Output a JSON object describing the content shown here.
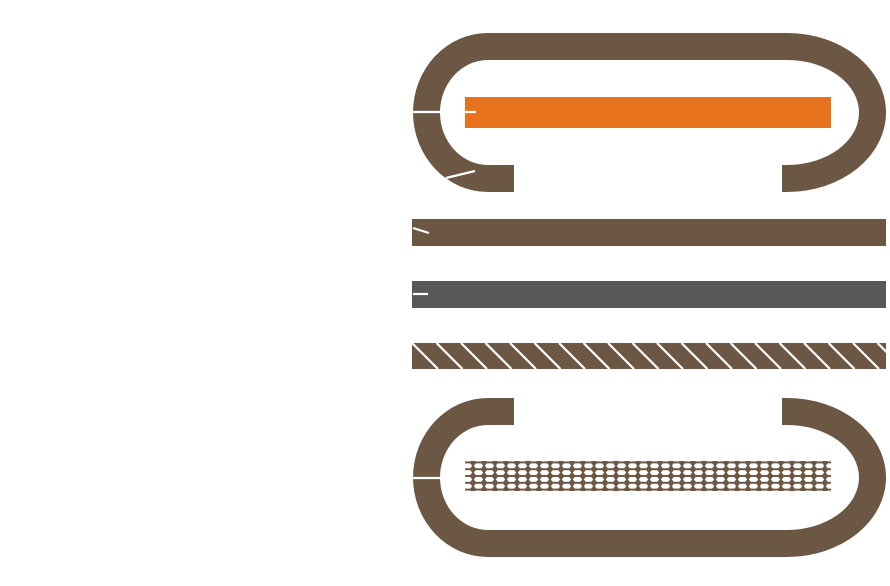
{
  "diagram": {
    "type": "layered-cross-section",
    "colors": {
      "background": "#ffffff",
      "outer_shell": "#6c5744",
      "core_strip": "#e8711b",
      "flat_layer": "#6c5744",
      "steel_layer": "#585858",
      "textile_layer": "#6c5744",
      "mesh": "#6c5744",
      "divider_marks": "#ffffff"
    },
    "layers": [
      {
        "id": "top-shell",
        "kind": "c-channel",
        "contains": "core-strip"
      },
      {
        "id": "core-strip",
        "kind": "solid-strip"
      },
      {
        "id": "flat-layer",
        "kind": "flat-strip"
      },
      {
        "id": "steel-layer",
        "kind": "flat-strip"
      },
      {
        "id": "textile-layer",
        "kind": "diagonal-hatched-strip"
      },
      {
        "id": "bottom-shell",
        "kind": "c-channel",
        "contains": "mesh-strip"
      },
      {
        "id": "mesh-strip",
        "kind": "honeycomb-mesh"
      }
    ]
  }
}
